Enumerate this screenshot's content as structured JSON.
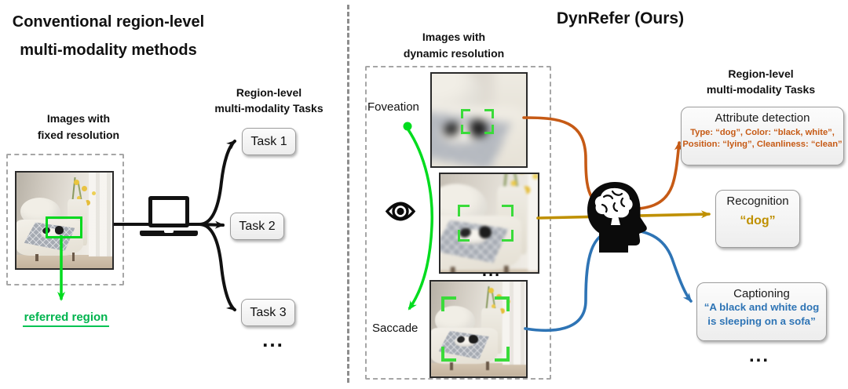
{
  "left": {
    "title1": "Conventional region-level",
    "title2": "multi-modality methods",
    "input_label1": "Images with",
    "input_label2": "fixed resolution",
    "referred_region": "referred region",
    "tasks_header1": "Region-level",
    "tasks_header2": "multi-modality Tasks",
    "tasks": [
      "Task 1",
      "Task 2",
      "Task 3"
    ],
    "ellipsis": "..."
  },
  "right": {
    "title": "DynRefer (Ours)",
    "input_label1": "Images with",
    "input_label2": "dynamic resolution",
    "foveation": "Foveation",
    "saccade": "Saccade",
    "mid_ellipsis": "...",
    "tasks_header1": "Region-level",
    "tasks_header2": "multi-modality Tasks",
    "attribute": {
      "title": "Attribute detection",
      "line1": "Type: “dog”, Color: “black, white”,",
      "line2": "Position: “lying”, Cleanliness: “clean”"
    },
    "recognition": {
      "title": "Recognition",
      "value": "“dog”"
    },
    "captioning": {
      "title": "Captioning",
      "line1": "“A black and white dog",
      "line2": "is sleeping on a sofa”"
    },
    "ellipsis": "..."
  },
  "icons": [
    "laptop-icon",
    "eye-icon",
    "brain-head-icon"
  ],
  "colors": {
    "green_accent": "#00D81E",
    "green_text": "#00B44E",
    "orange": "#C65A15",
    "gold": "#BF9000",
    "blue": "#2E74B5",
    "box_border": "#9c9c9c",
    "dashed_frame": "#a6a6a6"
  }
}
